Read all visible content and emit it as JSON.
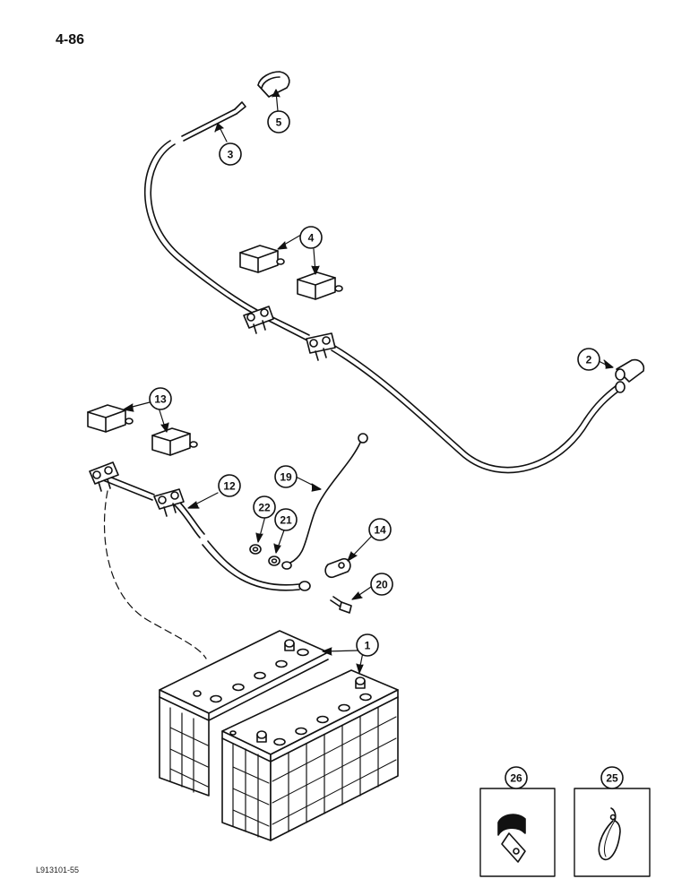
{
  "page_number": "4-86",
  "figure_code": "L913101-55",
  "callouts": {
    "c1": "1",
    "c2": "2",
    "c3": "3",
    "c4": "4",
    "c5": "5",
    "c12": "12",
    "c13": "13",
    "c14": "14",
    "c19": "19",
    "c20": "20",
    "c21": "21",
    "c22": "22",
    "c25": "25",
    "c26": "26"
  }
}
